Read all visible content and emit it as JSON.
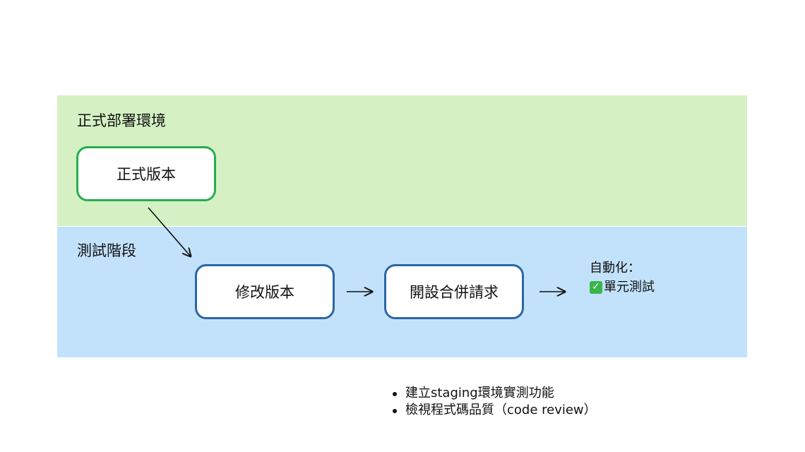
{
  "lanes": {
    "production": {
      "label": "正式部署環境",
      "color": "#d5f1c3"
    },
    "testing": {
      "label": "測試階段",
      "color": "#c2e2fb"
    }
  },
  "nodes": {
    "release": "正式版本",
    "modify": "修改版本",
    "merge_request": "開設合併請求"
  },
  "automation": {
    "title": "自動化：",
    "items": [
      {
        "icon": "check-mark-icon",
        "label": "單元測試"
      }
    ]
  },
  "notes": [
    "建立staging環境實測功能",
    "檢視程式碼品質（code review）"
  ],
  "colors": {
    "green_border": "#27ae4f",
    "blue_border": "#2c66a6"
  }
}
